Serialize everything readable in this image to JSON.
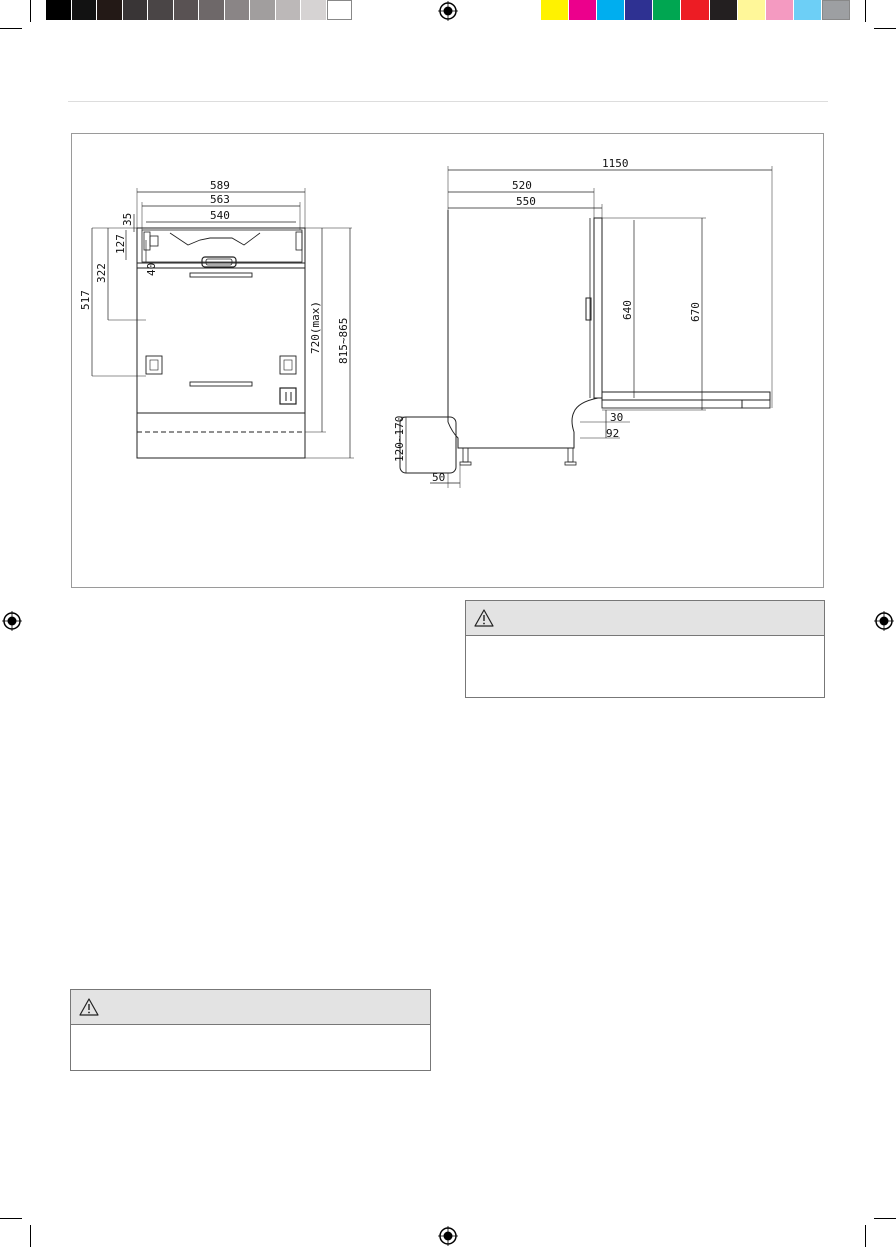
{
  "printer_marks": {
    "grayscale_swatches": [
      "#000000",
      "#121212",
      "#231916",
      "#393536",
      "#4a4546",
      "#595253",
      "#6e6869",
      "#8a8586",
      "#a19e9e",
      "#bcb8b8",
      "#d6d3d3",
      "#ffffff"
    ],
    "color_swatches": [
      "#fff200",
      "#ec008c",
      "#00aeef",
      "#2e3192",
      "#00a651",
      "#ed1c24",
      "#231f20",
      "#fff799",
      "#f49ac1",
      "#6dcff6",
      "#9d9fa2"
    ]
  },
  "diagram": {
    "front_view": {
      "dims": {
        "overall_width": "589",
        "inner_width": "563",
        "opening_width": "540",
        "top_offset": "35",
        "hinge_offset": "127",
        "hinge_spacing": "40",
        "mid_height": "322",
        "lower_height": "517",
        "max_height": "720(max)",
        "height_range": "815~865"
      }
    },
    "side_view": {
      "dims": {
        "open_depth": "1150",
        "body_depth": "520",
        "cabinet_depth": "550",
        "door_height": "640",
        "total_height": "670",
        "kick_gap": "30",
        "kick_depth": "92",
        "plinth_range": "120~170",
        "plinth_offset": "50"
      }
    }
  },
  "warnings": [
    {
      "icon": "warning-triangle-icon"
    },
    {
      "icon": "warning-triangle-icon"
    }
  ]
}
